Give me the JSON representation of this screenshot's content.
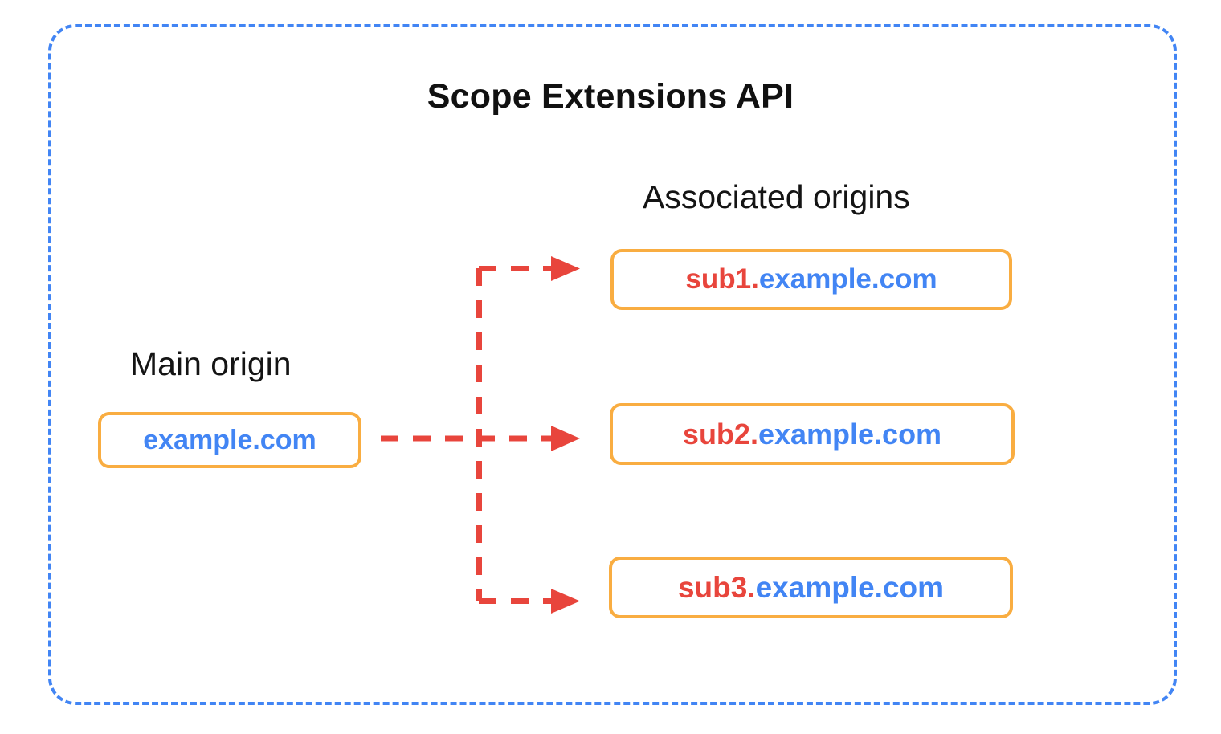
{
  "diagram": {
    "title": "Scope Extensions API",
    "container": {
      "name": "scope-extensions-boundary",
      "border_color": "#4285f4",
      "style": "dashed"
    },
    "main_origin": {
      "label": "Main origin",
      "box": {
        "text": "example.com",
        "sub_part": "",
        "domain_part": "example.com"
      }
    },
    "associated_origins": {
      "heading": "Associated origins",
      "items": [
        {
          "sub_part": "sub1.",
          "domain_part": "example.com",
          "full": "sub1.example.com"
        },
        {
          "sub_part": "sub2.",
          "domain_part": "example.com",
          "full": "sub2.example.com"
        },
        {
          "sub_part": "sub3.",
          "domain_part": "example.com",
          "full": "sub3.example.com"
        }
      ]
    },
    "connectors": {
      "description": "dashed red arrows from main origin to each associated origin",
      "color": "#e8453c",
      "count": 3
    },
    "colors": {
      "boundary_blue": "#4285f4",
      "box_border_orange": "#f9ad41",
      "subdomain_red": "#e8453c",
      "domain_blue": "#4285f4",
      "arrow_red": "#e8453c",
      "text_black": "#141414",
      "background": "#ffffff"
    }
  }
}
